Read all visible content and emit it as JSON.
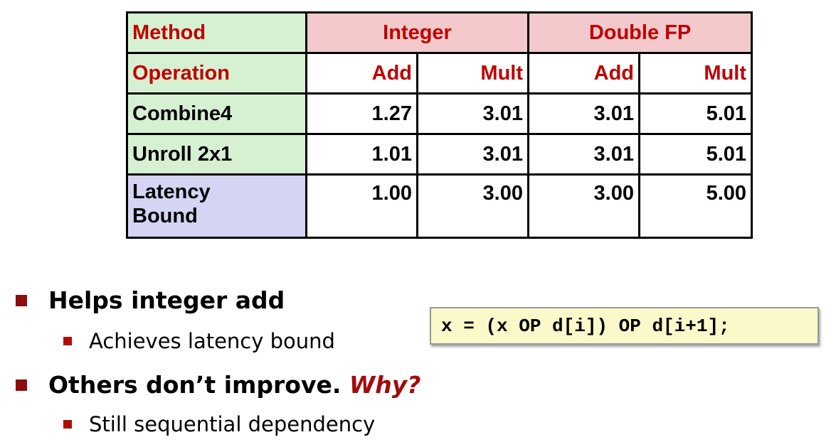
{
  "table": {
    "method_label": "Method",
    "integer_label": "Integer",
    "double_label": "Double FP",
    "operation_label": "Operation",
    "op_headers": [
      "Add",
      "Mult",
      "Add",
      "Mult"
    ],
    "rows": [
      {
        "name": "Combine4",
        "values": [
          "1.27",
          "3.01",
          "3.01",
          "5.01"
        ]
      },
      {
        "name": "Unroll 2x1",
        "values": [
          "1.01",
          "3.01",
          "3.01",
          "5.01"
        ]
      }
    ],
    "latency_row": {
      "name_line1": "Latency",
      "name_line2": "Bound",
      "values": [
        "1.00",
        "3.00",
        "3.00",
        "5.00"
      ]
    }
  },
  "bullets": {
    "b1": "Helps integer add",
    "b1_sub": "Achieves latency bound",
    "b2": "Others don’t improve. ",
    "b2_em": "Why?",
    "b2_sub": "Still sequential dependency"
  },
  "code": "x = (x OP d[i]) OP d[i+1];",
  "colors": {
    "header_red": "#c00000",
    "green_cell": "#d6f0d2",
    "pink_cell": "#f3c9cb",
    "lavender_cell": "#d4d4f3",
    "code_bg": "#fbf8c9",
    "bullet_square": "#8b0d0d"
  }
}
